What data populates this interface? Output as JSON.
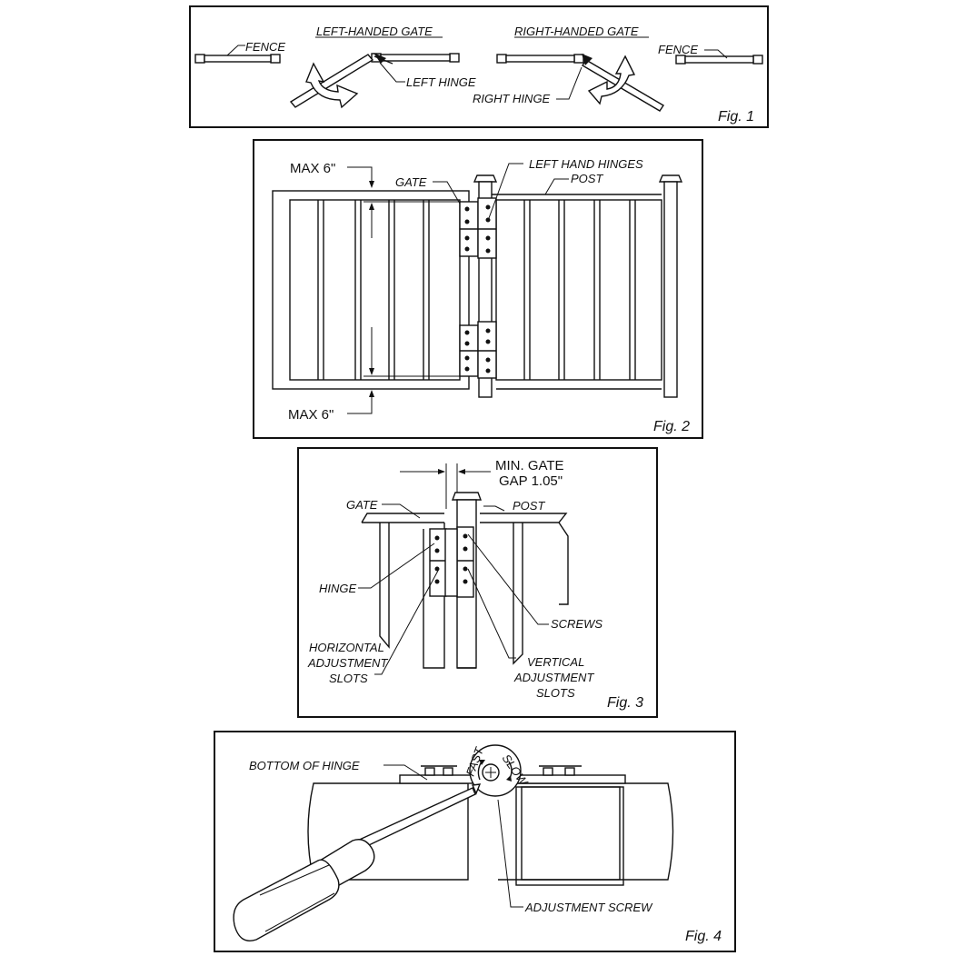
{
  "fig1": {
    "fig_label": "Fig. 1",
    "left_handed_gate": "LEFT-HANDED GATE",
    "right_handed_gate": "RIGHT-HANDED GATE",
    "fence_left": "FENCE",
    "fence_right": "FENCE",
    "left_hinge": "LEFT HINGE",
    "right_hinge": "RIGHT HINGE"
  },
  "fig2": {
    "fig_label": "Fig. 2",
    "max_top": "MAX 6\"",
    "max_bottom": "MAX 6\"",
    "gate": "GATE",
    "left_hand_hinges": "LEFT HAND HINGES",
    "post": "POST"
  },
  "fig3": {
    "fig_label": "Fig. 3",
    "min_gap_line1": "MIN. GATE",
    "min_gap_line2": "GAP 1.05\"",
    "gate": "GATE",
    "post": "POST",
    "hinge": "HINGE",
    "screws": "SCREWS",
    "horizontal_1": "HORIZONTAL",
    "horizontal_2": "ADJUSTMENT",
    "horizontal_3": "SLOTS",
    "vertical_1": "VERTICAL",
    "vertical_2": "ADJUSTMENT",
    "vertical_3": "SLOTS"
  },
  "fig4": {
    "fig_label": "Fig. 4",
    "bottom_of_hinge": "BOTTOM OF HINGE",
    "adjustment_screw": "ADJUSTMENT SCREW",
    "slow": "SLOW",
    "fast": "FAST"
  }
}
